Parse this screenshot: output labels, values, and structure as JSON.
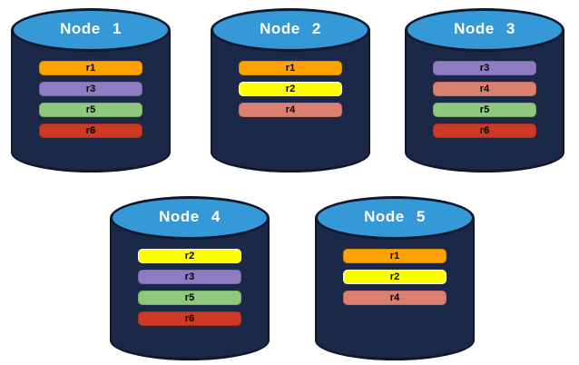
{
  "diagram": {
    "description": "Database nodes with replica placement"
  },
  "colors": {
    "background": "#FFFFFF",
    "cylinder_body": "#1B2847",
    "cylinder_outline": "#10182E",
    "cylinder_top_fill": "#3598D7",
    "cylinder_top_border": "#10182E",
    "node_label_color": "#FFFFFF",
    "bar_label_color": "#000000"
  },
  "replica_colors": {
    "r1": {
      "fill": "#FFA200",
      "border": "#D88C00"
    },
    "r2": {
      "fill": "#FFFF00",
      "border": "#FFFFFF"
    },
    "r3": {
      "fill": "#8E7CC3",
      "border": "#7A68B0"
    },
    "r4": {
      "fill": "#DB8070",
      "border": "#C76F60"
    },
    "r5": {
      "fill": "#90C97E",
      "border": "#77AF64"
    },
    "r6": {
      "fill": "#CC3A24",
      "border": "#A82E1C"
    }
  },
  "nodes": [
    {
      "label": "Node 1",
      "replicas": [
        "r1",
        "r3",
        "r5",
        "r6"
      ]
    },
    {
      "label": "Node 2",
      "replicas": [
        "r1",
        "r2",
        "r4"
      ]
    },
    {
      "label": "Node 3",
      "replicas": [
        "r3",
        "r4",
        "r5",
        "r6"
      ]
    },
    {
      "label": "Node 4",
      "replicas": [
        "r2",
        "r3",
        "r5",
        "r6"
      ]
    },
    {
      "label": "Node 5",
      "replicas": [
        "r1",
        "r2",
        "r4"
      ]
    }
  ]
}
